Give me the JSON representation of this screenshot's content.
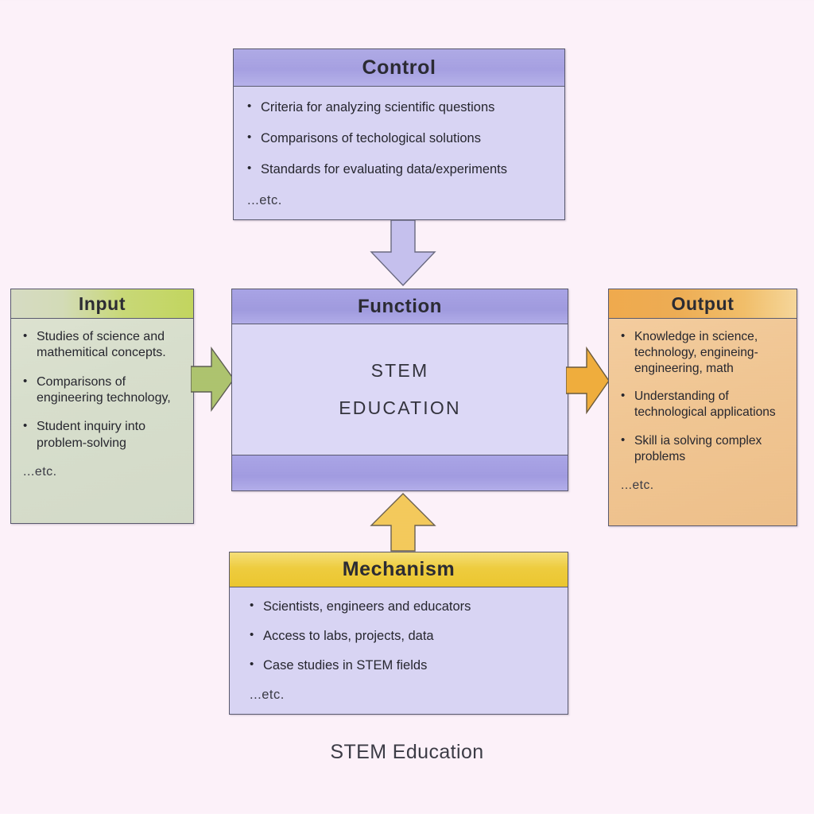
{
  "background_color": "#fdf2fa",
  "caption": "STEM Education",
  "boxes": {
    "control": {
      "title": "Control",
      "header_color": "#a6a0e2",
      "body_color": "#d9d5f4",
      "bullets": [
        "Criteria for analyzing scientific questions",
        "Comparisons of techological solutions",
        "Standards for evaluating data/experiments"
      ],
      "etc": "...etc."
    },
    "input": {
      "title": "Input",
      "header_color": "#c9d977",
      "body_color": "#d8dfcd",
      "bullets": [
        "Studies of science and mathemitical concepts.",
        "Comparisons of engineering technology,",
        "Student inquiry into problem-solving"
      ],
      "etc": "...etc."
    },
    "function": {
      "title": "Function",
      "header_color": "#a09bdf",
      "body_color": "#ddd9f7",
      "line1": "STEM",
      "line2": "EDUCATION"
    },
    "output": {
      "title": "Output",
      "header_color": "#eead54",
      "body_color": "#f1c794",
      "bullets": [
        "Knowledge in science, technology, engineing- engineering, math",
        "Understanding of technological applications",
        "Skill ia solving complex problems"
      ],
      "etc": "...etc."
    },
    "mechanism": {
      "title": "Mechanism",
      "header_color": "#efcd3f",
      "body_color": "#d9d5f4",
      "bullets": [
        "Scientists, engineers and educators",
        "Access to labs, projects, data",
        "Case studies in STEM fields"
      ],
      "etc": "...etc."
    }
  },
  "arrows": {
    "control_to_function": {
      "direction": "down",
      "color": "#c6c1ee"
    },
    "input_to_function": {
      "direction": "right",
      "color": "#aec46f"
    },
    "function_to_output": {
      "direction": "right",
      "color": "#f0ae3d"
    },
    "mechanism_to_function": {
      "direction": "up",
      "color": "#f4ca5c"
    }
  }
}
